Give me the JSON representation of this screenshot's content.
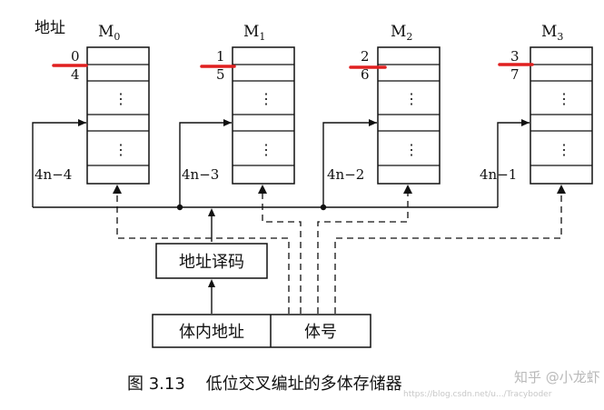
{
  "address_heading": "地址",
  "modules": [
    {
      "name": "M",
      "sub": "0",
      "first_addr": "0",
      "second_addr": "4",
      "last_addr": "4n−4"
    },
    {
      "name": "M",
      "sub": "1",
      "first_addr": "1",
      "second_addr": "5",
      "last_addr": "4n−3"
    },
    {
      "name": "M",
      "sub": "2",
      "first_addr": "2",
      "second_addr": "6",
      "last_addr": "4n−2"
    },
    {
      "name": "M",
      "sub": "3",
      "first_addr": "3",
      "second_addr": "7",
      "last_addr": "4n−1"
    }
  ],
  "ellipsis": "⋮",
  "decoder_label": "地址译码",
  "register": {
    "inner_addr": "体内地址",
    "bank_no": "体号"
  },
  "caption": "图 3.13    低位交叉编址的多体存储器",
  "watermark": "知乎 @小龙虾",
  "watermark_small": "https://blog.csdn.net/u.../Tracyboder",
  "colors": {
    "line": "#111111",
    "highlight": "#e02020",
    "watermark": "#b9b9b9"
  }
}
